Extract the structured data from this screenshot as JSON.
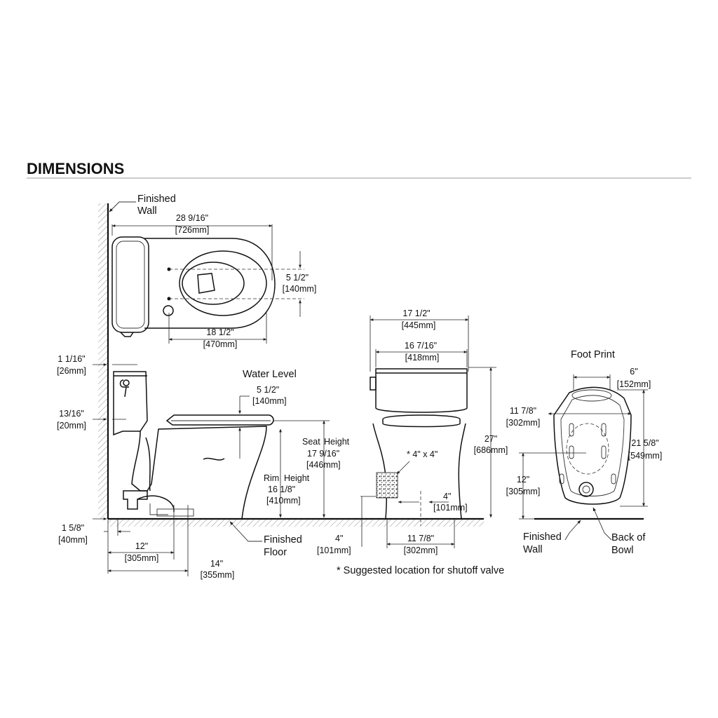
{
  "header": {
    "title": "DIMENSIONS"
  },
  "labels": {
    "finished_wall_top_1": "Finished",
    "finished_wall_top_2": "Wall",
    "top_overall_in": "28 9/16\"",
    "top_overall_mm": "[726mm]",
    "top_seat_in": "5 1/2\"",
    "top_seat_mm": "[140mm]",
    "top_bolt_in": "18 1/2\"",
    "top_bolt_mm": "[470mm]",
    "tank_gap_in": "1 1/16\"",
    "tank_gap_mm": "[26mm]",
    "tank_lid_in": "13/16\"",
    "tank_lid_mm": "[20mm]",
    "water_level": "Water Level",
    "water_level_in": "5 1/2\"",
    "water_level_mm": "[140mm]",
    "seat_height_1": "Seat",
    "seat_height_2": "Height",
    "seat_height_in": "17 9/16\"",
    "seat_height_mm": "[446mm]",
    "rim_height_1": "Rim",
    "rim_height_2": "Height",
    "rim_height_in": "16 1/8\"",
    "rim_height_mm": "[410mm]",
    "base_in": "1 5/8\"",
    "base_mm": "[40mm]",
    "rough_in": "12\"",
    "rough_mm": "[305mm]",
    "overall_depth_in": "14\"",
    "overall_depth_mm": "[355mm]",
    "finished_floor_1": "Finished",
    "finished_floor_2": "Floor",
    "front_width_in": "17 1/2\"",
    "front_width_mm": "[445mm]",
    "front_tank_in": "16 7/16\"",
    "front_tank_mm": "[418mm]",
    "front_height_in": "27\"",
    "front_height_mm": "[686mm]",
    "valve_size": "* 4\" x 4\"",
    "valve_h_in": "4\"",
    "valve_h_mm": "[101mm]",
    "valve_off_in": "4\"",
    "valve_off_mm": "[101mm]",
    "front_base_in": "11 7/8\"",
    "front_base_mm": "[302mm]",
    "footnote": "* Suggested location for shutoff valve",
    "foot_print": "Foot Print",
    "fp_top_in": "6\"",
    "fp_top_mm": "[152mm]",
    "fp_width_in": "11 7/8\"",
    "fp_width_mm": "[302mm]",
    "fp_depth_in": "21 5/8\"",
    "fp_depth_mm": "[549mm]",
    "fp_rough_in": "12\"",
    "fp_rough_mm": "[305mm]",
    "fp_wall_1": "Finished",
    "fp_wall_2": "Wall",
    "fp_bowl_1": "Back of",
    "fp_bowl_2": "Bowl"
  }
}
